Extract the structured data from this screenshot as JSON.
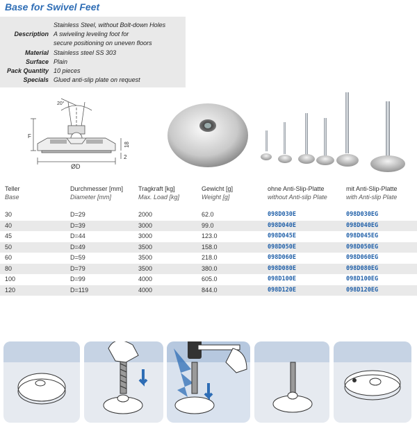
{
  "title": "Base for Swivel Feet",
  "specs": {
    "subtitle": "Stainless Steel, without Bolt-down Holes",
    "rows": [
      {
        "label": "Description",
        "value": "A swiveling leveling foot for"
      },
      {
        "label": "",
        "value": "secure positioning on uneven floors"
      },
      {
        "label": "Material",
        "value": "Stainless steel SS 303"
      },
      {
        "label": "Surface",
        "value": "Plain"
      },
      {
        "label": "Pack Quantity",
        "value": "10 pieces"
      },
      {
        "label": "Specials",
        "value": "Glued anti-slip plate on request"
      }
    ]
  },
  "drawing": {
    "angle": "20°",
    "dim_f": "F",
    "dim_18": "18",
    "dim_2": "2",
    "dim_d": "ØD"
  },
  "table": {
    "headers": [
      {
        "de": "Teller",
        "en": "Base"
      },
      {
        "de": "Durchmesser [mm]",
        "en": "Diameter [mm]"
      },
      {
        "de": "Tragkraft [kg]",
        "en": "Max. Load [kg]"
      },
      {
        "de": "Gewicht [g]",
        "en": "Weight [g]"
      },
      {
        "de": "ohne Anti-Slip-Platte",
        "en": "without Anti-slip Plate"
      },
      {
        "de": "mit Anti-Slip-Platte",
        "en": "with Anti-slip Plate"
      }
    ],
    "rows": [
      {
        "base": "30",
        "diameter": "D=29",
        "load": "2000",
        "weight": "62.0",
        "code_without": "098D030E",
        "code_with": "098D030EG"
      },
      {
        "base": "40",
        "diameter": "D=39",
        "load": "3000",
        "weight": "99.0",
        "code_without": "098D040E",
        "code_with": "098D040EG"
      },
      {
        "base": "45",
        "diameter": "D=44",
        "load": "3000",
        "weight": "123.0",
        "code_without": "098D045E",
        "code_with": "098D045EG"
      },
      {
        "base": "50",
        "diameter": "D=49",
        "load": "3500",
        "weight": "158.0",
        "code_without": "098D050E",
        "code_with": "098D050EG"
      },
      {
        "base": "60",
        "diameter": "D=59",
        "load": "3500",
        "weight": "218.0",
        "code_without": "098D060E",
        "code_with": "098D060EG"
      },
      {
        "base": "80",
        "diameter": "D=79",
        "load": "3500",
        "weight": "380.0",
        "code_without": "098D080E",
        "code_with": "098D080EG"
      },
      {
        "base": "100",
        "diameter": "D=99",
        "load": "4000",
        "weight": "605.0",
        "code_without": "098D100E",
        "code_with": "098D100EG"
      },
      {
        "base": "120",
        "diameter": "D=119",
        "load": "4000",
        "weight": "844.0",
        "code_without": "098D120E",
        "code_with": "098D120EG"
      }
    ]
  },
  "colors": {
    "accent": "#2e6db5",
    "code": "#1f5fa8",
    "stripe": "#e9e9e9",
    "panel": "#c6d3e4"
  }
}
